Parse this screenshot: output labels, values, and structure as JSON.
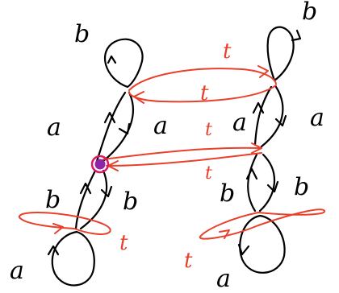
{
  "colors": {
    "black_ink": "#000000",
    "red_ink": "#e8402a",
    "marked_vertex_fill": "#8e24aa",
    "marked_vertex_ring": "#d81b60"
  },
  "left_graph": {
    "loops": {
      "top": "b",
      "bottom": "a"
    },
    "upper_edges": {
      "left": "a",
      "right": "a"
    },
    "lower_edges": {
      "left": "b",
      "right": "b"
    }
  },
  "right_graph": {
    "loops": {
      "top": "b",
      "bottom": "a"
    },
    "upper_edges": {
      "left": "a",
      "right": "a"
    },
    "lower_edges": {
      "left": "b",
      "right": "b"
    }
  },
  "red_edges": {
    "top_upper": "t",
    "top_lower": "t",
    "middle_upper": "t",
    "middle_lower": "t",
    "bottom_left_loop": "t",
    "bottom_right_loop": "t"
  }
}
